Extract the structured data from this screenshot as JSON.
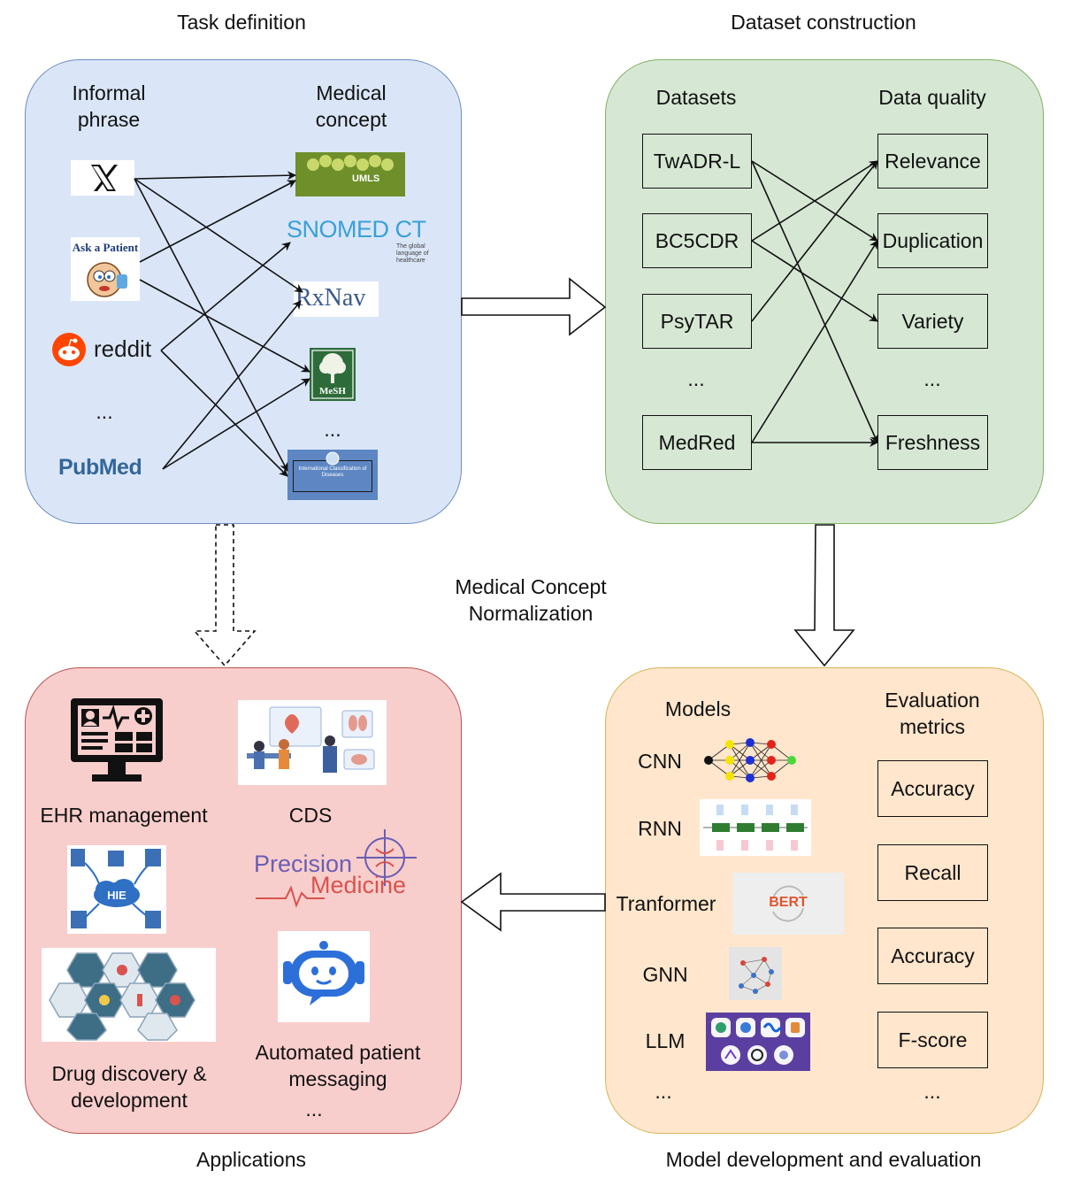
{
  "center_label": "Medical Concept Normalization",
  "task": {
    "title": "Task definition",
    "col_left": "Informal phrase",
    "col_right": "Medical concept",
    "sources": [
      "X",
      "Ask a Patient",
      "reddit",
      "...",
      "PubMed"
    ],
    "concepts": [
      "UMLS",
      "SNOMED CT",
      "RxNav",
      "MeSH",
      "...",
      "International Classification of Diseases"
    ],
    "snomed_tagline": "The global language of healthcare"
  },
  "dataset": {
    "title": "Dataset construction",
    "col_left": "Datasets",
    "col_right": "Data quality",
    "datasets": [
      "TwADR-L",
      "BC5CDR",
      "PsyTAR",
      "...",
      "MedRed"
    ],
    "qualities": [
      "Relevance",
      "Duplication",
      "Variety",
      "...",
      "Freshness"
    ]
  },
  "model": {
    "title": "Model development and evaluation",
    "col_left": "Models",
    "col_right": "Evaluation metrics",
    "models": [
      "CNN",
      "RNN",
      "Tranformer",
      "GNN",
      "LLM",
      "..."
    ],
    "metrics": [
      "Accuracy",
      "Recall",
      "Accuracy",
      "F-score",
      "..."
    ],
    "bert_text": "BERT"
  },
  "apps": {
    "title": "Applications",
    "items": [
      "EHR management",
      "CDS",
      "Drug discovery & development",
      "Automated patient messaging",
      "..."
    ],
    "hie_text": "HIE",
    "precision_text": [
      "Precision",
      "Medicine"
    ]
  },
  "colors": {
    "task_bg": "#dae6f8",
    "data_bg": "#d6e8d4",
    "app_bg": "#f8cecc",
    "model_bg": "#ffe6cc",
    "reddit": "#ff4500",
    "pubmed": "#336699",
    "snomed": "#3aa0d8",
    "umls": "#6e8f2a",
    "mesh": "#2e6b3a"
  }
}
